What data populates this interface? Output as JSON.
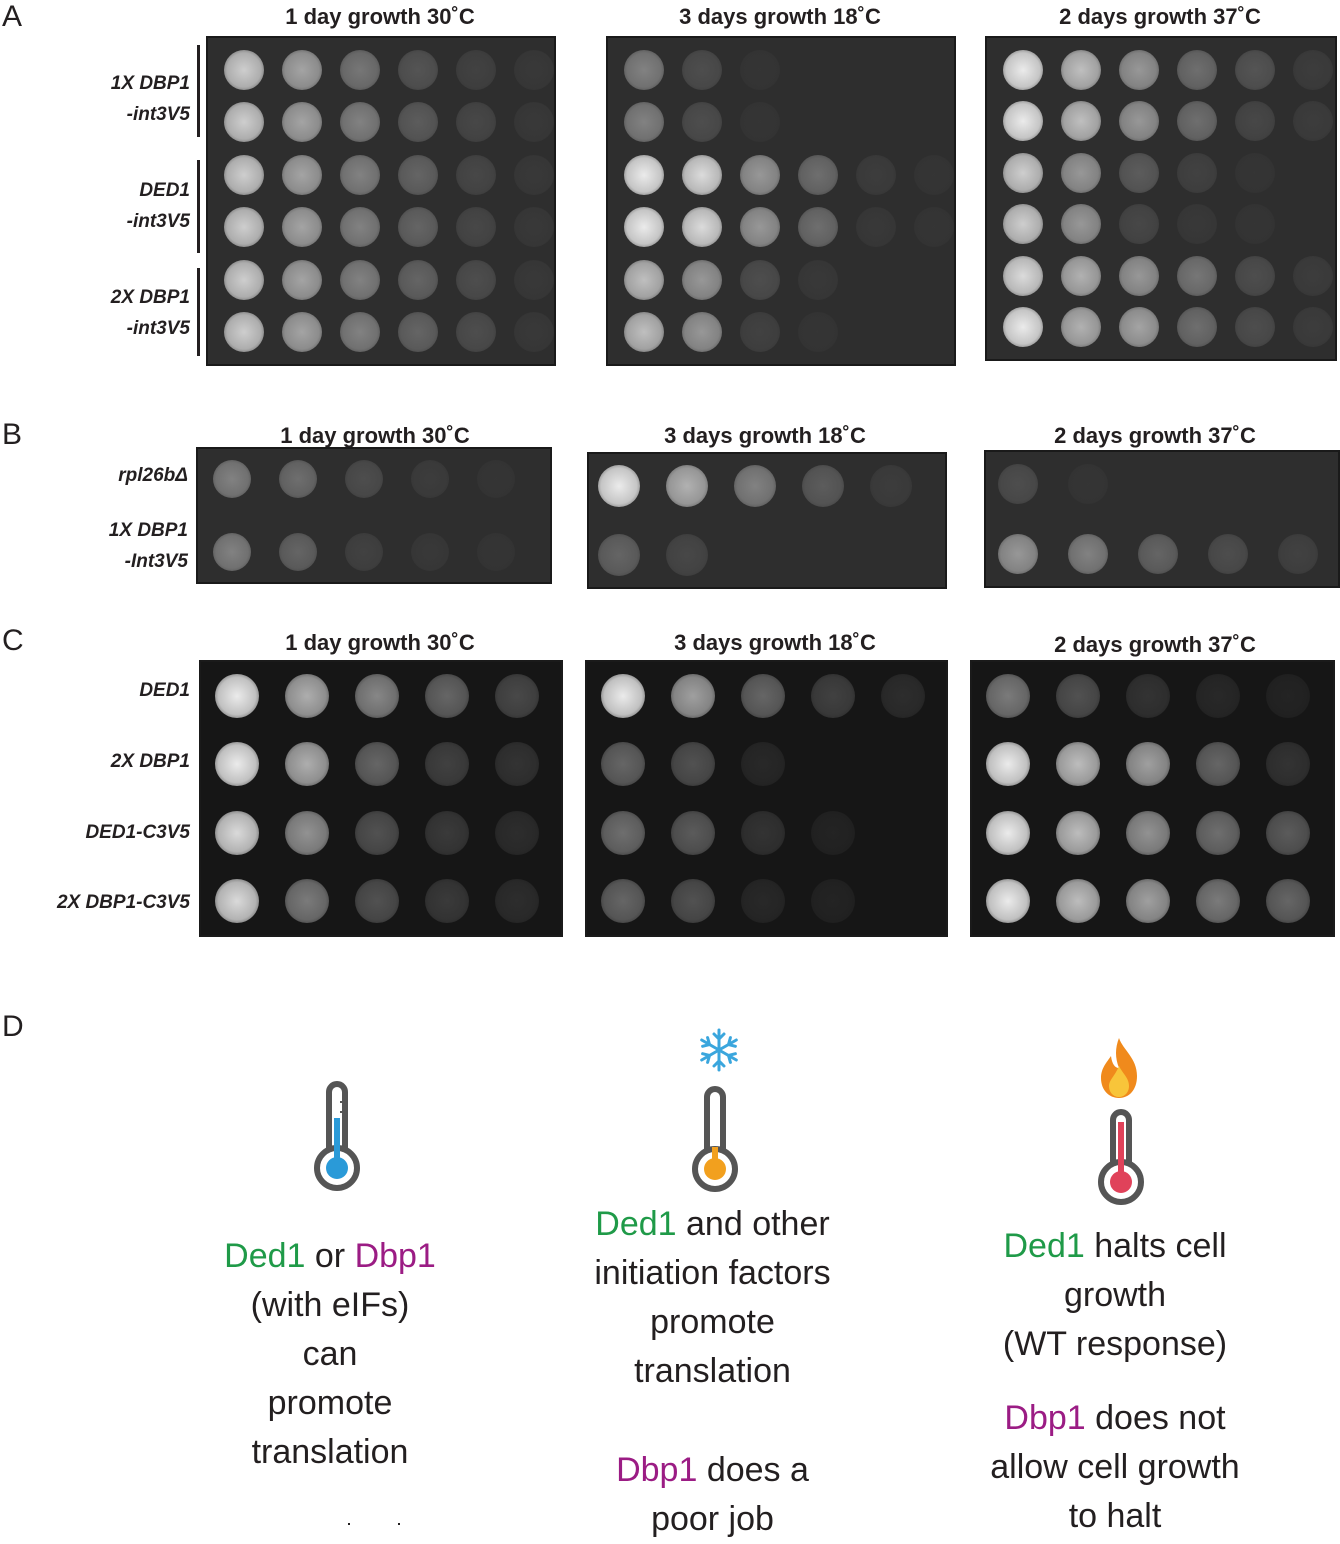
{
  "panels": {
    "A": {
      "letter": "A",
      "titles": [
        "1 day growth 30˚C",
        "3 days growth 18˚C",
        "2 days growth 37˚C"
      ],
      "strains": [
        {
          "line1": "1X DBP1",
          "line2": "-int3V5"
        },
        {
          "line1": "DED1",
          "line2": "-int3V5"
        },
        {
          "line1": "2X DBP1",
          "line2": "-int3V5"
        }
      ]
    },
    "B": {
      "letter": "B",
      "titles": [
        "1 day growth 30˚C",
        "3 days growth 18˚C",
        "2 days growth 37˚C"
      ],
      "strains": [
        {
          "line1": "rpl26bΔ",
          "line2": ""
        },
        {
          "line1": "1X DBP1",
          "line2": "-Int3V5"
        }
      ]
    },
    "C": {
      "letter": "C",
      "titles": [
        "1 day growth 30˚C",
        "3 days growth 18˚C",
        "2 days growth 37˚C"
      ],
      "strains": [
        "DED1",
        "2X DBP1",
        "DED1-C3V5",
        "2X DBP1-C3V5"
      ]
    },
    "D": {
      "letter": "D",
      "icons": [
        "thermometer-normal-icon",
        "snowflake-icon",
        "flame-icon"
      ],
      "captions": [
        {
          "ded1": "Ded1",
          "or": " or ",
          "dbp1": "Dbp1",
          "rest": [
            "(with eIFs)",
            "can",
            "promote",
            "translation"
          ]
        },
        {
          "ded1": "Ded1",
          "after": " and other",
          "rest": [
            "initiation factors",
            "promote",
            "translation"
          ],
          "dbp1": "Dbp1",
          "dbp1_after": " does a",
          "end": "poor job"
        },
        {
          "ded1": "Ded1",
          "after": " halts cell",
          "rest": [
            "growth",
            "(WT response)"
          ],
          "dbp1": "Dbp1",
          "dbp1_after": " does not",
          "end": [
            "allow cell growth",
            "to halt"
          ]
        }
      ]
    }
  },
  "colors": {
    "ded1_green": "#1f9a48",
    "dbp1_magenta": "#9b1c84",
    "snowflake_blue": "#3aa6dd",
    "thermo_blue": "#2a9ad8",
    "thermo_orange": "#f2a01e",
    "thermo_red": "#e0425a",
    "flame_orange": "#f08a1c"
  },
  "growth": {
    "A": [
      [
        [
          0.9,
          0.75,
          0.55,
          0.35,
          0.2,
          0.1
        ],
        [
          0.9,
          0.75,
          0.6,
          0.4,
          0.25,
          0.1
        ]
      ],
      [
        [
          0.6,
          0.3,
          0.05,
          0,
          0,
          0
        ],
        [
          0.6,
          0.3,
          0.05,
          0,
          0,
          0
        ]
      ],
      [
        [
          1,
          0.85,
          0.7,
          0.5,
          0.35,
          0.15
        ],
        [
          1,
          0.85,
          0.7,
          0.5,
          0.25,
          0.15
        ]
      ],
      [
        [
          0.9,
          0.75,
          0.6,
          0.45,
          0.25,
          0.1
        ],
        [
          0.9,
          0.75,
          0.6,
          0.45,
          0.25,
          0.1
        ]
      ],
      [
        [
          1,
          0.95,
          0.7,
          0.5,
          0.15,
          0.05
        ],
        [
          1,
          0.95,
          0.7,
          0.5,
          0.1,
          0.05
        ]
      ],
      [
        [
          0.9,
          0.7,
          0.4,
          0.2,
          0.05,
          0
        ],
        [
          0.9,
          0.7,
          0.25,
          0.1,
          0.05,
          0
        ]
      ],
      [
        [
          0.9,
          0.75,
          0.6,
          0.45,
          0.3,
          0.1
        ],
        [
          0.9,
          0.75,
          0.6,
          0.45,
          0.3,
          0.1
        ]
      ],
      [
        [
          0.85,
          0.7,
          0.3,
          0.1,
          0,
          0
        ],
        [
          0.85,
          0.7,
          0.2,
          0.05,
          0,
          0
        ]
      ],
      [
        [
          0.95,
          0.8,
          0.7,
          0.55,
          0.3,
          0.15
        ],
        [
          1,
          0.8,
          0.75,
          0.5,
          0.3,
          0.15
        ]
      ]
    ],
    "B": [
      [
        [
          0.6,
          0.5,
          0.3,
          0.15,
          0.05
        ],
        [
          0.6,
          0.45,
          0.2,
          0.1,
          0.05
        ]
      ],
      [
        [
          1,
          0.8,
          0.6,
          0.4,
          0.15
        ],
        [
          0.45,
          0.25,
          0,
          0,
          0
        ]
      ],
      [
        [
          0.3,
          0.05,
          0,
          0,
          0,
          0
        ],
        [
          0.7,
          0.6,
          0.45,
          0.3,
          0.2
        ]
      ]
    ],
    "C": [
      [
        [
          1,
          0.8,
          0.65,
          0.5,
          0.35
        ],
        [
          1,
          0.8,
          0.5,
          0.3,
          0.2
        ],
        [
          0.95,
          0.7,
          0.4,
          0.25,
          0.15
        ],
        [
          0.95,
          0.6,
          0.4,
          0.25,
          0.15
        ]
      ],
      [
        [
          1,
          0.75,
          0.5,
          0.3,
          0.15
        ],
        [
          0.5,
          0.4,
          0.1,
          0,
          0
        ],
        [
          0.55,
          0.45,
          0.2,
          0.05,
          0
        ],
        [
          0.5,
          0.4,
          0.1,
          0.05,
          0
        ]
      ],
      [
        [
          0.6,
          0.4,
          0.2,
          0.1,
          0.05
        ],
        [
          1,
          0.85,
          0.75,
          0.5,
          0.2
        ],
        [
          1,
          0.85,
          0.7,
          0.55,
          0.45
        ],
        [
          1,
          0.85,
          0.75,
          0.6,
          0.5
        ]
      ]
    ]
  }
}
